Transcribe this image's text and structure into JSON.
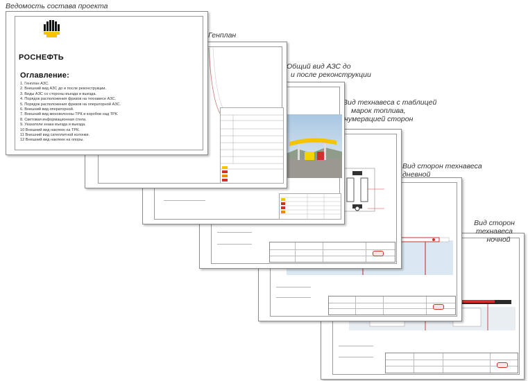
{
  "captions": {
    "cover": "Ведомость состава проекта",
    "genplan": "Генплан",
    "general_view_l1": "Общий вид АЗС до",
    "general_view_l2": "и после реконструкции",
    "canopy_view_l1": "Вид технавеса с таблицей",
    "canopy_view_l2": "марок топлива,",
    "canopy_view_l3": "нумерацией сторон",
    "day_view_l1": "Вид сторон технавеса",
    "day_view_l2": "дневной",
    "night_view_l1": "Вид сторон технавеса",
    "night_view_l2": "ночной"
  },
  "cover": {
    "brand": "РОСНЕФТЬ",
    "toc_title": "Оглавление:",
    "toc_items": [
      "1. Генплан АЗС.",
      "2. Внешний вид АЗС до и после реконструкции.",
      "3. Виды АЗС со стороны въезда и выезда.",
      "4. Порядок расположения фризов на технавесе АЗС.",
      "5. Порядок расположения фризов на операторной АЗС.",
      "6. Внешний вид операторной.",
      "7. Внешний вид моноколонны ТРК и коробов над ТРК.",
      "8. Световая информационная стела.",
      "9. Указатели знака въезда и выезда.",
      "10  Внешний вид наклеек на ТРК.",
      "11  Внешний вид сателлитной колонки.",
      "12  Внешний вид наклеек на опоры."
    ]
  },
  "colors": {
    "brand_yellow": "#f5c400",
    "brand_black": "#111111",
    "accent_red": "#d0302a",
    "sheet_border": "#8a8a8a"
  }
}
